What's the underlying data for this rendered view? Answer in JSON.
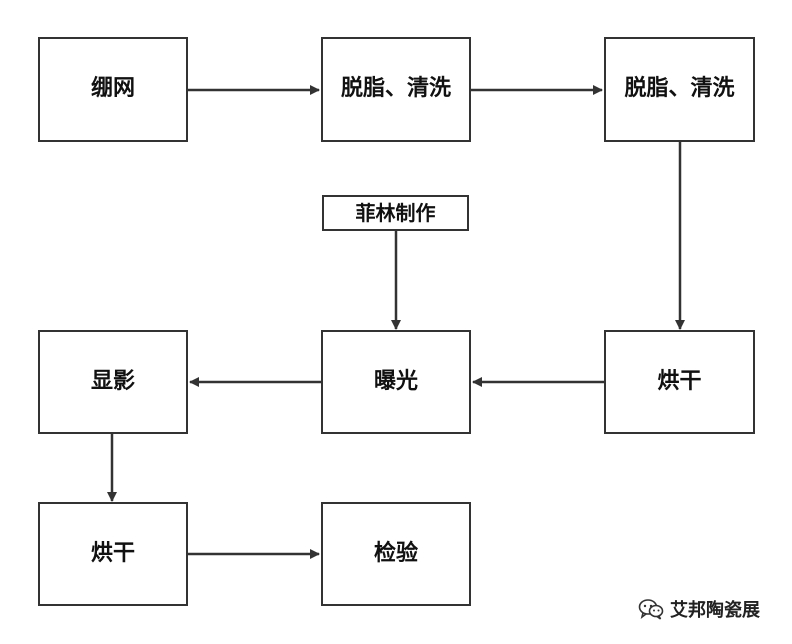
{
  "nodes": {
    "stretch": "绷网",
    "degrease1": "脱脂、清洗",
    "degrease2": "脱脂、清洗",
    "film": "菲林制作",
    "dry1": "烘干",
    "expose": "曝光",
    "develop": "显影",
    "dry2": "烘干",
    "inspect": "检验"
  },
  "watermark": {
    "text": "艾邦陶瓷展",
    "icon": "wechat-icon"
  },
  "colors": {
    "stroke": "#333333",
    "text": "#111111",
    "background": "#ffffff"
  }
}
